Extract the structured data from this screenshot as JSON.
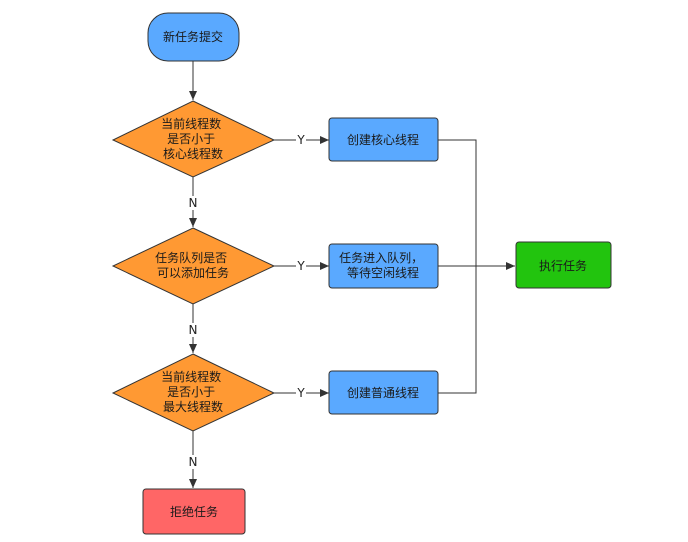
{
  "diagram": {
    "nodes": {
      "start": {
        "lines": [
          "新任务提交"
        ],
        "fill": "#5aa9ff"
      },
      "check_core": {
        "lines": [
          "当前线程数",
          "是否小于",
          "核心线程数"
        ],
        "fill": "#ff9933"
      },
      "create_core": {
        "lines": [
          "创建核心线程"
        ],
        "fill": "#5aa9ff"
      },
      "check_queue": {
        "lines": [
          "任务队列是否",
          "可以添加任务"
        ],
        "fill": "#ff9933"
      },
      "enqueue": {
        "lines": [
          "任务进入队列，",
          "等待空闲线程"
        ],
        "fill": "#5aa9ff"
      },
      "check_max": {
        "lines": [
          "当前线程数",
          "是否小于",
          "最大线程数"
        ],
        "fill": "#ff9933"
      },
      "create_normal": {
        "lines": [
          "创建普通线程"
        ],
        "fill": "#5aa9ff"
      },
      "execute": {
        "lines": [
          "执行任务"
        ],
        "fill": "#22c40e"
      },
      "reject": {
        "lines": [
          "拒绝任务"
        ],
        "fill": "#ff6666"
      }
    },
    "edge_labels": {
      "core_yes": "Y",
      "core_no": "N",
      "queue_yes": "Y",
      "queue_no": "N",
      "max_yes": "Y",
      "max_no": "N"
    }
  }
}
